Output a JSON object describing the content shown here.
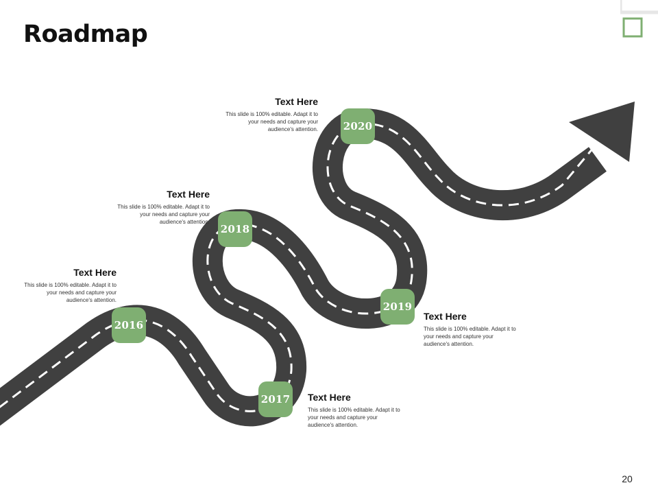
{
  "slide": {
    "title": "Roadmap",
    "page_number": "20"
  },
  "colors": {
    "road": "#404040",
    "lane_marking": "#ffffff",
    "badge": "#7faf72",
    "badge_text": "#ffffff",
    "corner_accent": "#7faf72",
    "corner_frame": "#e3e3e3"
  },
  "icons": {
    "road": "winding-road-icon",
    "arrow": "arrow-head-icon",
    "corner": "corner-square-icon"
  },
  "milestones": [
    {
      "year": "2016",
      "heading": "Text Here",
      "description": "This slide is 100% editable. Adapt it to your needs and capture your audience's attention."
    },
    {
      "year": "2017",
      "heading": "Text Here",
      "description": "This slide is 100% editable. Adapt it to your needs and capture your audience's attention."
    },
    {
      "year": "2018",
      "heading": "Text Here",
      "description": "This slide is 100% editable. Adapt it to your needs and capture your audience's attention."
    },
    {
      "year": "2019",
      "heading": "Text Here",
      "description": "This slide is 100% editable. Adapt it to your needs and capture your audience's attention."
    },
    {
      "year": "2020",
      "heading": "Text Here",
      "description": "This slide is 100% editable. Adapt it to your needs and capture your audience's attention."
    }
  ]
}
